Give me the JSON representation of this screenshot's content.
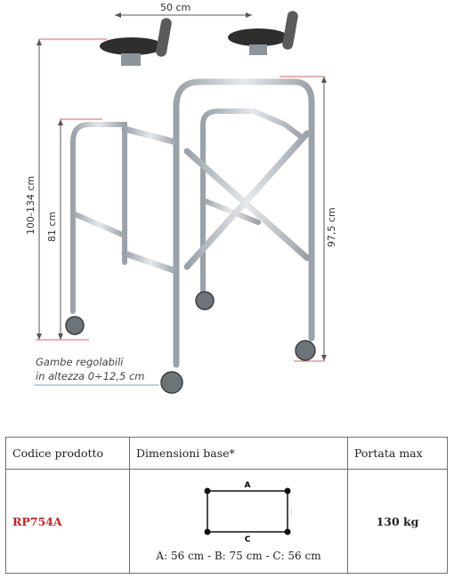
{
  "illustration": {
    "width_label": "50 cm",
    "total_height_label": "100-134 cm",
    "base_height_label": "81 cm",
    "frame_height_label": "97,5 cm",
    "note_line1": "Gambe regolabili",
    "note_line2": "in altezza 0÷12,5 cm"
  },
  "table": {
    "headers": [
      "Codice prodotto",
      "Dimensioni base*",
      "Portata max"
    ],
    "product_code": "RP754A",
    "base_diagram": {
      "label_top": "A",
      "label_right": "B",
      "label_bottom": "C"
    },
    "base_dimensions": "A: 56 cm - B: 75 cm - C: 56 cm",
    "max_load": "130 kg"
  },
  "colors": {
    "code": "#cc2222",
    "frame": "#b9bfc6",
    "border": "#6f6f6f",
    "accent_line": "#e06060"
  }
}
